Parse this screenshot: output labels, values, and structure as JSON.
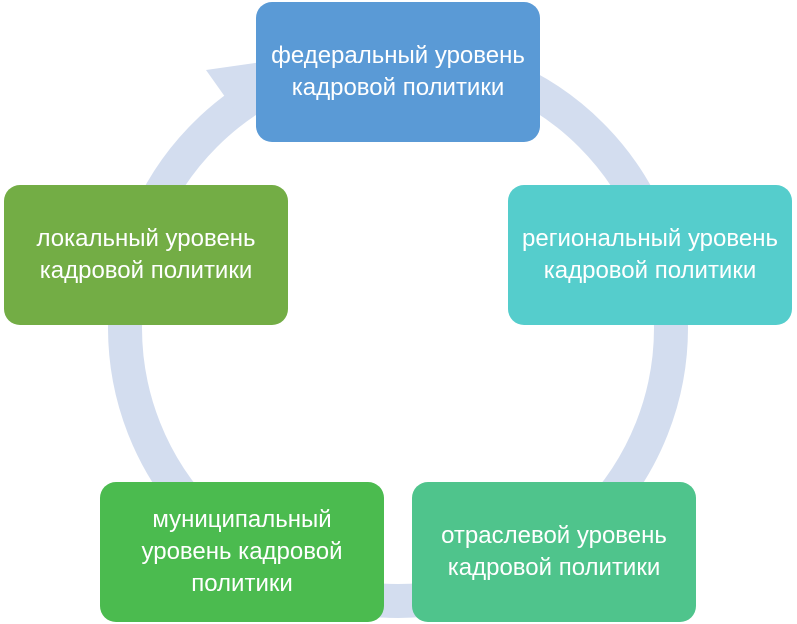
{
  "diagram": {
    "type": "cycle",
    "ring_color": "#d3ddef",
    "nodes": [
      {
        "id": "federal",
        "label": "федеральный уровень кадровой политики",
        "color": "#5a9ad6"
      },
      {
        "id": "regional",
        "label": "региональный уровень кадровой политики",
        "color": "#55cdcc"
      },
      {
        "id": "sectoral",
        "label": "отраслевой уровень кадровой политики",
        "color": "#4fc48c"
      },
      {
        "id": "municipal",
        "label": "муниципальный уровень кадровой политики",
        "color": "#4bbb4f"
      },
      {
        "id": "local",
        "label": "локальный уровень кадровой политики",
        "color": "#73ad45"
      }
    ]
  }
}
